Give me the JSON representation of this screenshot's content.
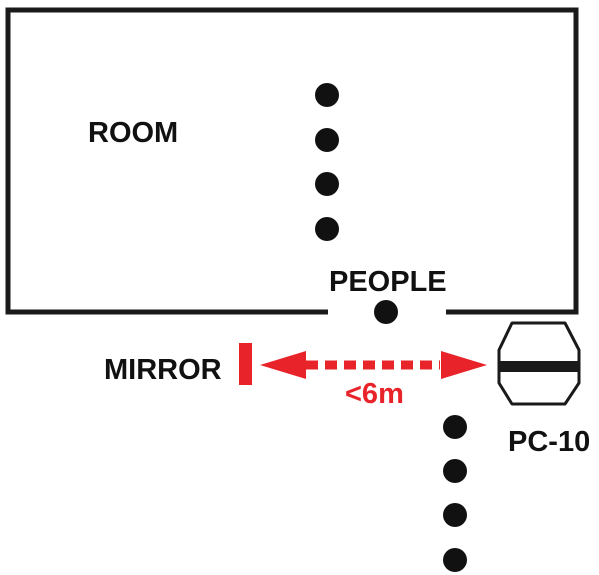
{
  "labels": {
    "room": "ROOM",
    "people": "PEOPLE",
    "mirror": "MIRROR",
    "distance": "<6m",
    "device": "PC-10"
  },
  "colors": {
    "outline": "#1a1a1a",
    "person_dot": "#111111",
    "mirror": "#e8232a",
    "arrow": "#e8232a",
    "distance_text": "#e8232a",
    "text": "#111111"
  },
  "icons": {
    "device": "pc-10-sensor-icon",
    "mirror": "mirror-marker",
    "person": "person-dot"
  }
}
